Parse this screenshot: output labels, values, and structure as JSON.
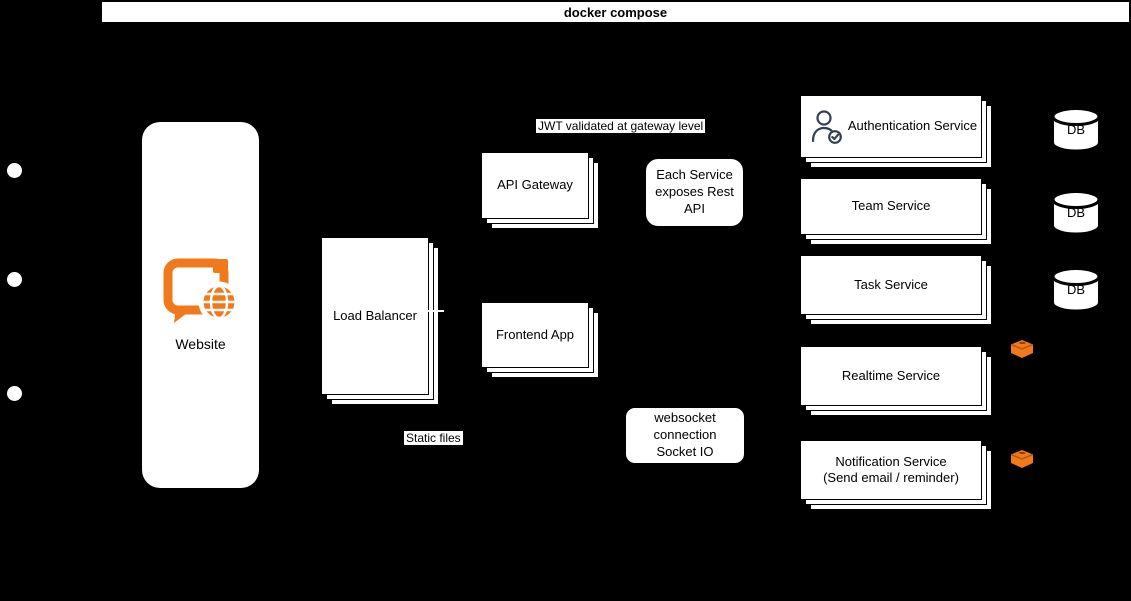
{
  "header": {
    "title": "docker compose"
  },
  "diagram": {
    "website": {
      "label": "Website"
    },
    "load_balancer": {
      "label": "Load Balancer"
    },
    "api_gateway": {
      "label": "API Gateway"
    },
    "frontend_app": {
      "label": "Frontend App"
    },
    "labels": {
      "jwt": "JWT validated at gateway level",
      "static_files": "Static files"
    },
    "notes": {
      "rest_api": {
        "line1": "Each Service",
        "line2": "exposes Rest API"
      },
      "websocket": {
        "line1": "websocket connection",
        "line2": "Socket IO"
      }
    },
    "services": [
      {
        "label": "Authentication Service"
      },
      {
        "label": "Team Service"
      },
      {
        "label": "Task Service"
      },
      {
        "label": "Realtime Service"
      },
      {
        "label": "Notification Service",
        "sublabel": "(Send email / reminder)"
      }
    ],
    "databases": [
      {
        "label": "DB"
      },
      {
        "label": "DB"
      },
      {
        "label": "DB"
      }
    ],
    "colors": {
      "accent_orange": "#F0791C",
      "cube_shadow_orange": "#B35A0A",
      "auth_icon_dark": "#33404F",
      "background": "#000000"
    }
  }
}
